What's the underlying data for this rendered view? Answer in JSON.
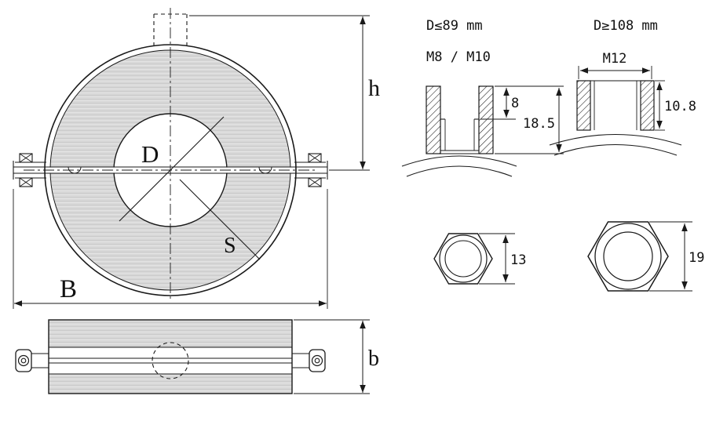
{
  "drawing": {
    "front": {
      "bore_label": "D",
      "gap_label": "S",
      "width_label": "B",
      "height_label": "h"
    },
    "side": {
      "band_label": "b"
    },
    "small_boss": {
      "condition": "D≤89 mm",
      "thread": "M8 / M10",
      "counterbore_depth": "8",
      "total_height": "18.5"
    },
    "large_boss": {
      "condition": "D≥108 mm",
      "thread": "M12",
      "total_height": "10.8"
    },
    "small_nut": {
      "across_flats": "13"
    },
    "large_nut": {
      "across_flats": "19"
    },
    "colors": {
      "line": "#1a1a1a",
      "body_fill": "#d8d8d8",
      "background": "#ffffff"
    }
  }
}
